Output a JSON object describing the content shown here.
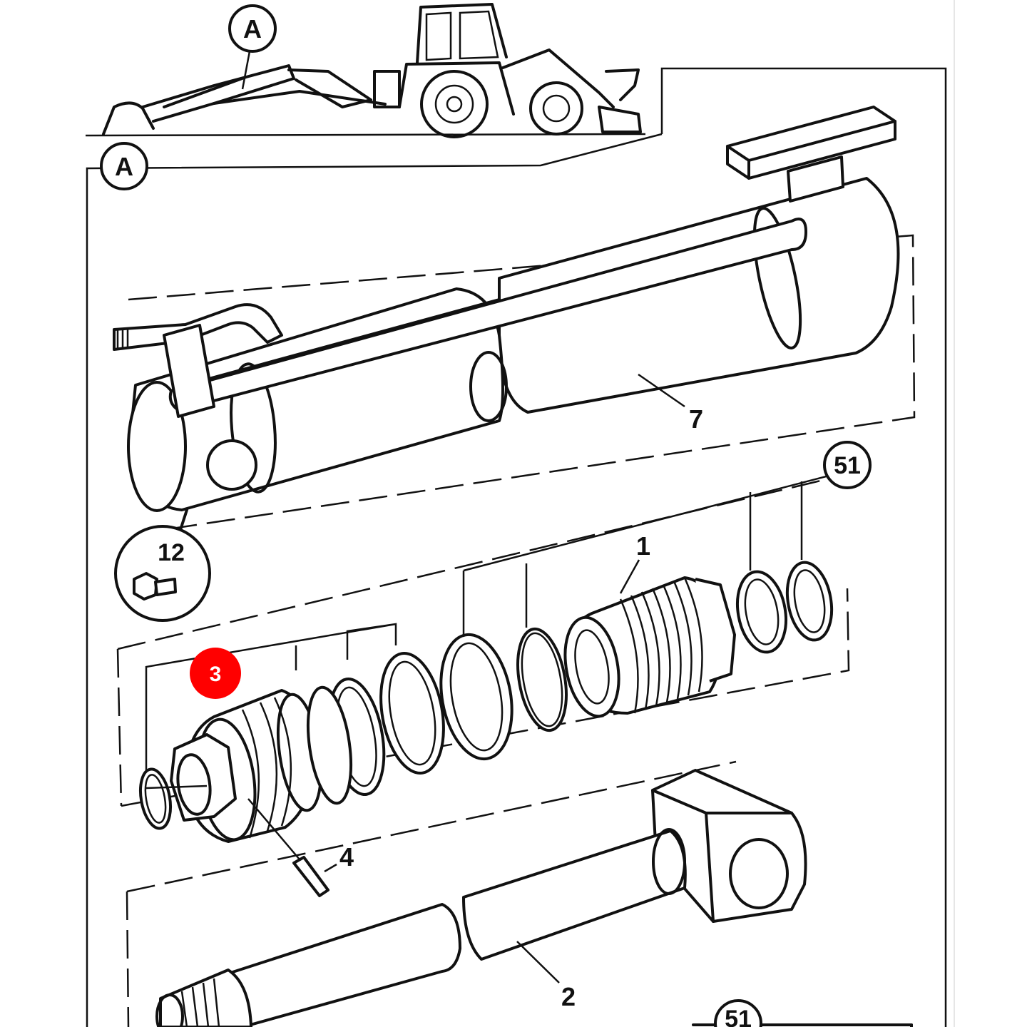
{
  "diagram": {
    "callouts": [
      {
        "id": "a-top",
        "text": "A"
      },
      {
        "id": "a-frame",
        "text": "A"
      },
      {
        "id": "cylinder-barrel",
        "text": "7"
      },
      {
        "id": "seal-kit-top",
        "text": "51"
      },
      {
        "id": "grease-nipple",
        "text": "12"
      },
      {
        "id": "cylinder-head",
        "text": "1"
      },
      {
        "id": "piston",
        "text": "3"
      },
      {
        "id": "roll-pin",
        "text": "4"
      },
      {
        "id": "piston-rod",
        "text": "2"
      },
      {
        "id": "seal-kit-bottom",
        "text": "51"
      }
    ],
    "colors": {
      "highlight": "#ff0000",
      "ink": "#111111",
      "background": "#ffffff"
    }
  }
}
